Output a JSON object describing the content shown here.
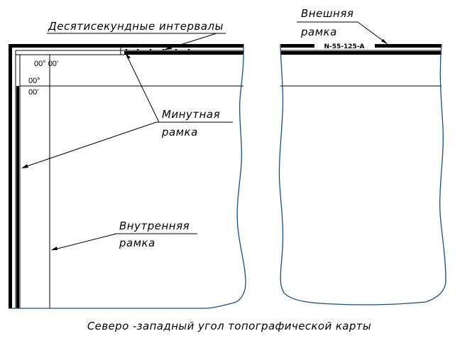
{
  "labels": {
    "ten_second": "Десятисекундные интервалы",
    "external_1": "Внешняя",
    "external_2": "рамка",
    "minute_1": "Минутная",
    "minute_2": "рамка",
    "inner_1": "Внутренняя",
    "inner_2": "рамка"
  },
  "coords": {
    "lon": "00° 00'",
    "lat_deg": "00°",
    "lat_min": "00'"
  },
  "sheet_number": "N-55-125-A",
  "caption": "Северо -западный угол топографической карты"
}
